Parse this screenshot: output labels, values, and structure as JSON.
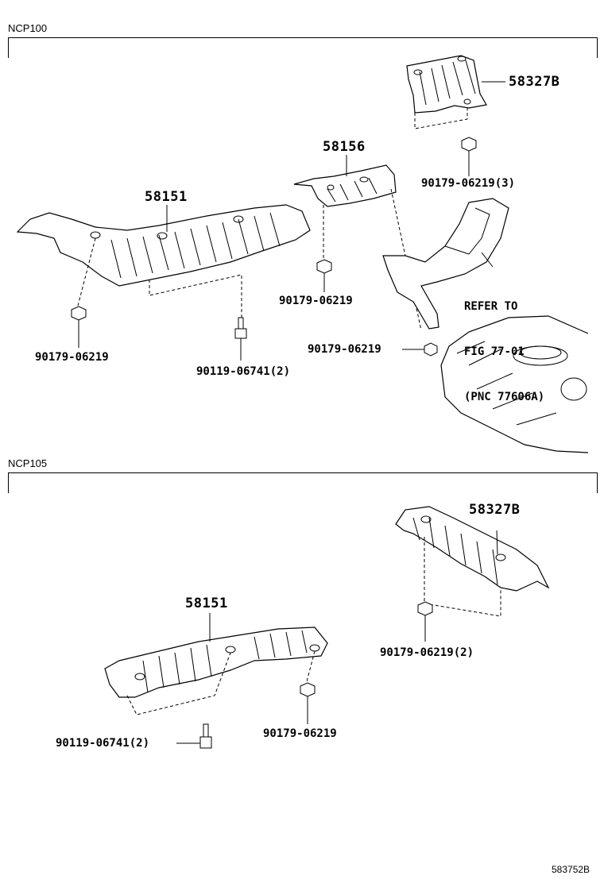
{
  "sections": [
    {
      "label": "NCP100"
    },
    {
      "label": "NCP105"
    }
  ],
  "labels": {
    "top_58327B": "58327B",
    "top_58156": "58156",
    "top_58151": "58151",
    "top_nut_3": "90179-06219(3)",
    "top_nut_58156": "90179-06219",
    "top_nut_58151": "90179-06219",
    "top_bolt_2": "90119-06741(2)",
    "top_nut_tank": "90179-06219",
    "refer_line1": "REFER TO",
    "refer_line2": "FIG 77-01",
    "refer_line3": "(PNC 77606A)",
    "bot_58327B": "58327B",
    "bot_58151": "58151",
    "bot_nut_2": "90179-06219(2)",
    "bot_bolt_2": "90119-06741(2)",
    "bot_nut": "90179-06219"
  },
  "figure_id": "583752B"
}
